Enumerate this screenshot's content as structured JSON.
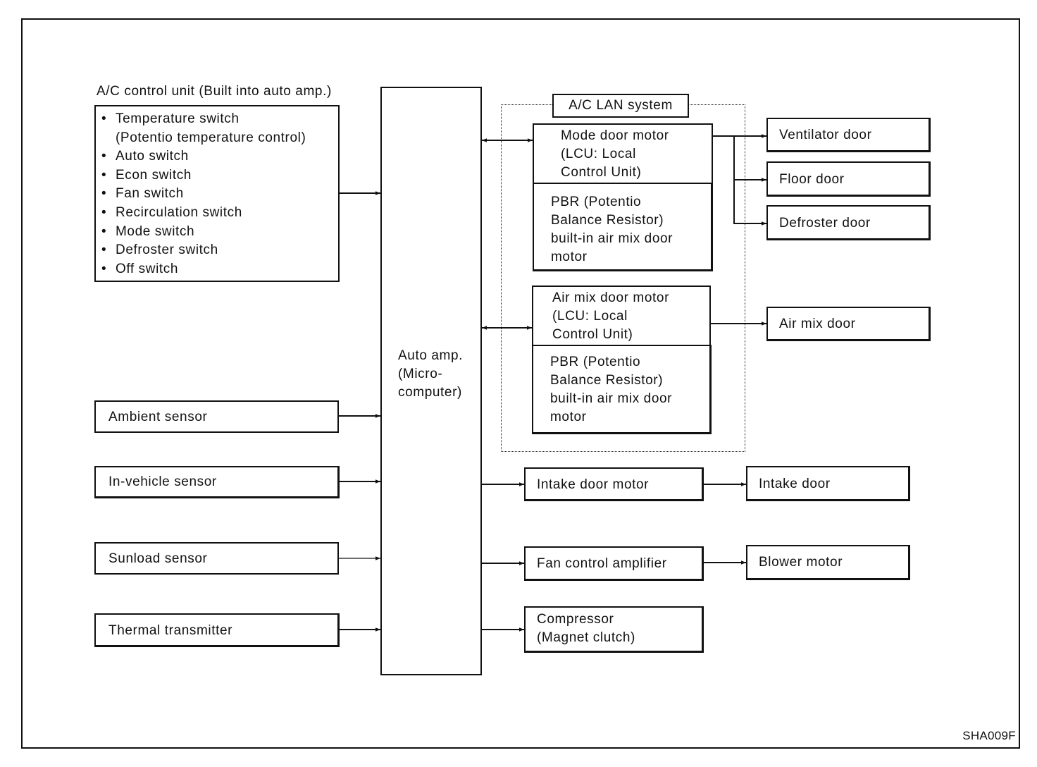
{
  "control_unit": {
    "title": "A/C control unit (Built into auto amp.)",
    "items": [
      "Temperature switch",
      "(Potentio temperature control)",
      "Auto switch",
      "Econ switch",
      "Fan switch",
      "Recirculation switch",
      "Mode switch",
      "Defroster switch",
      "Off switch"
    ]
  },
  "sensors": {
    "ambient": "Ambient sensor",
    "in_vehicle": "In-vehicle sensor",
    "sunload": "Sunload sensor",
    "thermal": "Thermal transmitter"
  },
  "auto_amp": "Auto amp.\n(Micro-\ncomputer)",
  "lan": {
    "title": "A/C LAN system",
    "mode_motor": "Mode door motor\n(LCU: Local\nControl Unit)",
    "mode_pbr": "PBR (Potentio\nBalance Resistor)\nbuilt-in air mix door\nmotor",
    "airmix_motor": "Air mix door motor\n(LCU: Local\nControl Unit)",
    "airmix_pbr": "PBR (Potentio\nBalance Resistor)\nbuilt-in air mix door\nmotor"
  },
  "doors": {
    "ventilator": "Ventilator door",
    "floor": "Floor door",
    "defroster": "Defroster door",
    "air_mix": "Air mix door"
  },
  "outputs": {
    "intake_motor": "Intake door motor",
    "intake_door": "Intake door",
    "fan_amp": "Fan control amplifier",
    "blower": "Blower motor",
    "compressor": "Compressor\n(Magnet clutch)"
  },
  "figure_code": "SHA009F"
}
